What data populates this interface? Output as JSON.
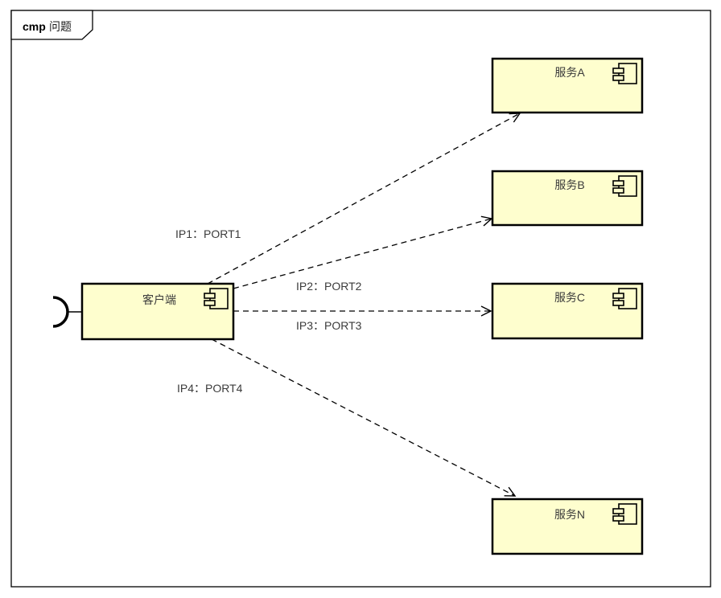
{
  "diagram": {
    "type": "uml-component-diagram",
    "frame": {
      "keyword": "cmp",
      "title": "问题"
    },
    "components": [
      {
        "id": "client",
        "label": "客户端",
        "icon": "component-icon",
        "has_required_interface_socket": true
      },
      {
        "id": "service-a",
        "label": "服务A",
        "icon": "component-icon"
      },
      {
        "id": "service-b",
        "label": "服务B",
        "icon": "component-icon"
      },
      {
        "id": "service-c",
        "label": "服务C",
        "icon": "component-icon"
      },
      {
        "id": "service-n",
        "label": "服务N",
        "icon": "component-icon"
      }
    ],
    "edges": [
      {
        "from": "client",
        "to": "service-a",
        "label": "IP1：PORT1",
        "style": "dashed",
        "arrow": "open"
      },
      {
        "from": "client",
        "to": "service-b",
        "label": "IP2：PORT2",
        "style": "dashed",
        "arrow": "open"
      },
      {
        "from": "client",
        "to": "service-c",
        "label": "IP3：PORT3",
        "style": "dashed",
        "arrow": "open"
      },
      {
        "from": "client",
        "to": "service-n",
        "label": "IP4：PORT4",
        "style": "dashed",
        "arrow": "open"
      }
    ],
    "colors": {
      "component_fill": "#FEFECE",
      "border": "#000000",
      "background": "#FFFFFF"
    }
  }
}
